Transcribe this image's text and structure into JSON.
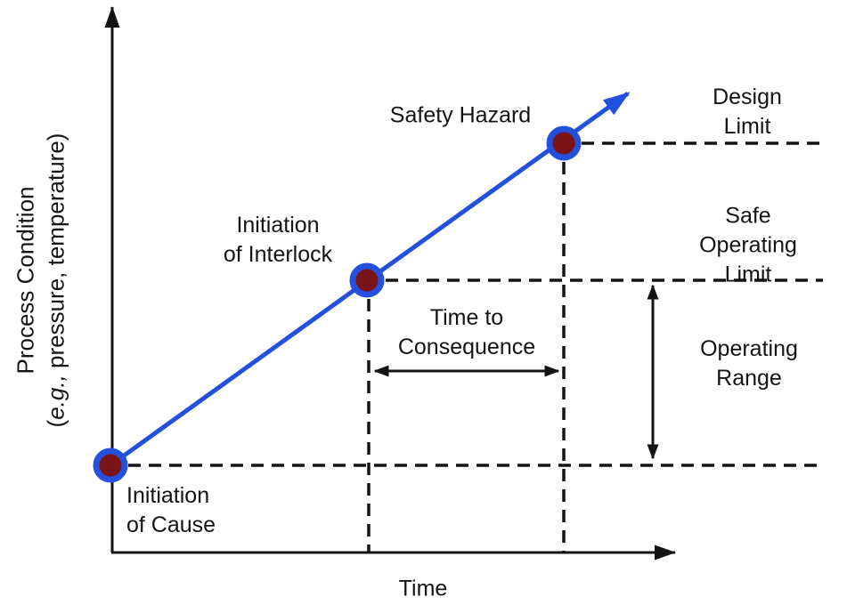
{
  "labels": {
    "safety_hazard": "Safety Hazard",
    "design_limit": "Design\nLimit",
    "safe_operating_limit": "Safe Operating\nLimit",
    "operating_range": "Operating\nRange",
    "time_to_consequence": "Time to\nConsequence",
    "initiation_of_interlock": "Initiation\nof Interlock",
    "initiation_of_cause": "Initiation\nof Cause",
    "x_axis_title": "Time",
    "y_axis_title_line1": "Process Condition",
    "y_axis_title_line2_open": "(",
    "y_axis_title_line2_abbrev": "e.g.,",
    "y_axis_title_line2_rest": " pressure, temperature)"
  },
  "colors": {
    "trend_blue": "#2350dc",
    "point_dark_red": "#7a1313",
    "ink_black": "#141414"
  },
  "chart_data": {
    "type": "line",
    "xlabel": "Time",
    "ylabel": "Process Condition (e.g., pressure, temperature)",
    "axes_numeric": false,
    "series": [
      {
        "name": "process condition trajectory",
        "style": "solid blue arrow, rising left to right",
        "points": [
          {
            "label": "Initiation of Cause",
            "time_order": 1,
            "level": "normal operating baseline"
          },
          {
            "label": "Initiation of Interlock",
            "time_order": 2,
            "level": "Safe Operating Limit"
          },
          {
            "label": "Safety Hazard",
            "time_order": 3,
            "level": "Design Limit"
          }
        ]
      }
    ],
    "reference_lines": [
      {
        "label": "Design Limit",
        "orientation": "horizontal",
        "style": "dashed"
      },
      {
        "label": "Safe Operating Limit",
        "orientation": "horizontal",
        "style": "dashed"
      },
      {
        "label": "operating baseline (unlabeled)",
        "orientation": "horizontal",
        "style": "dashed"
      },
      {
        "label": "time of interlock initiation (unlabeled)",
        "orientation": "vertical",
        "style": "dashed"
      },
      {
        "label": "time of safety hazard (unlabeled)",
        "orientation": "vertical",
        "style": "dashed"
      }
    ],
    "annotations": [
      {
        "label": "Time to Consequence",
        "type": "double-headed horizontal arrow",
        "spans": "from interlock time to hazard time"
      },
      {
        "label": "Operating Range",
        "type": "double-headed vertical arrow",
        "spans": "from baseline to Safe Operating Limit"
      }
    ]
  }
}
